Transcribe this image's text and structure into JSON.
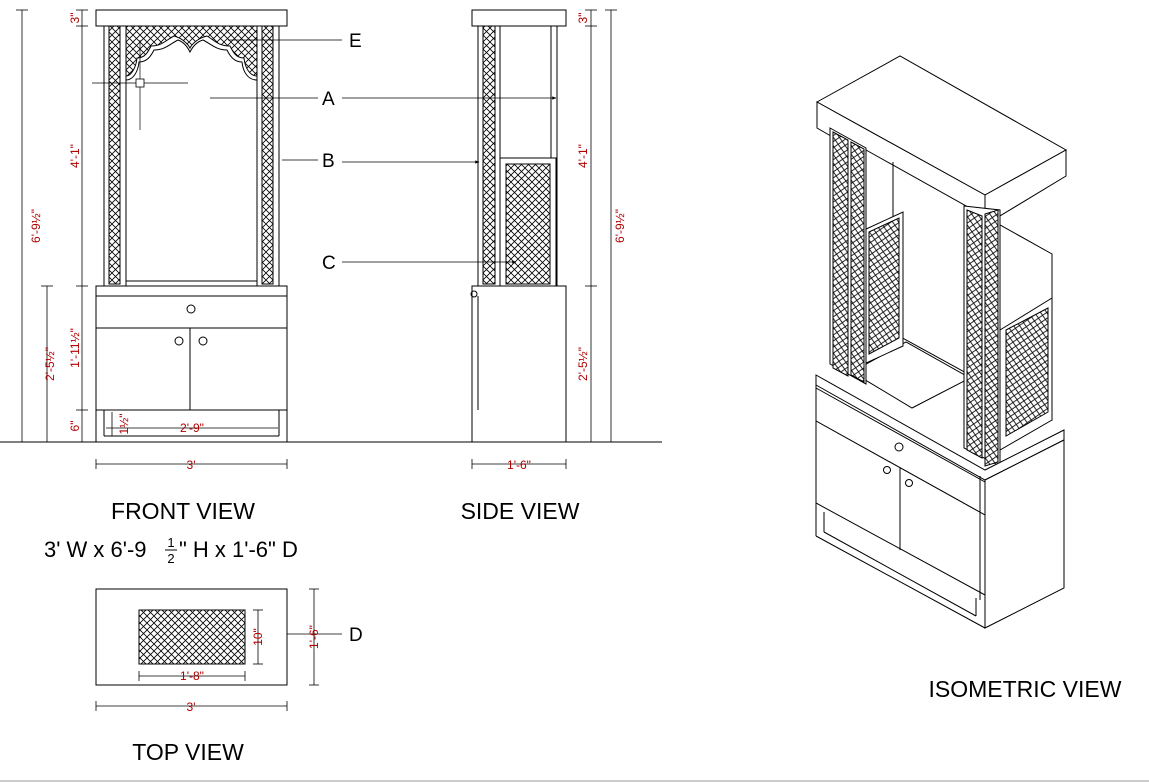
{
  "views": {
    "front": "FRONT VIEW",
    "side": "SIDE VIEW",
    "top": "TOP VIEW",
    "isometric": "ISOMETRIC VIEW"
  },
  "overall_size": {
    "pre": "3' W x 6'-9 ",
    "frac_num": "1",
    "frac_den": "2",
    "post": "\" H x 1'-6\" D"
  },
  "labels": {
    "a": "A",
    "b": "B",
    "c": "C",
    "d": "D",
    "e": "E"
  },
  "front_dims": {
    "overall_height": "6'-9½\"",
    "cabinet_height": "2'-5½\"",
    "top_thickness": "3\"",
    "upper_height": "4'-1\"",
    "cabinet_body": "1'-11½\"",
    "base": "6\"",
    "plinth_small": "1½\"",
    "inner_width": "2'-9\"",
    "overall_width": "3'"
  },
  "side_dims": {
    "top_thickness": "3\"",
    "upper_height": "4'-1\"",
    "cabinet_height": "2'-5½\"",
    "overall_height": "6'-9½\"",
    "depth": "1'-6\""
  },
  "top_dims": {
    "inner_width": "1'-8\"",
    "inner_depth": "10\"",
    "depth": "1'-6\"",
    "width": "3'"
  }
}
